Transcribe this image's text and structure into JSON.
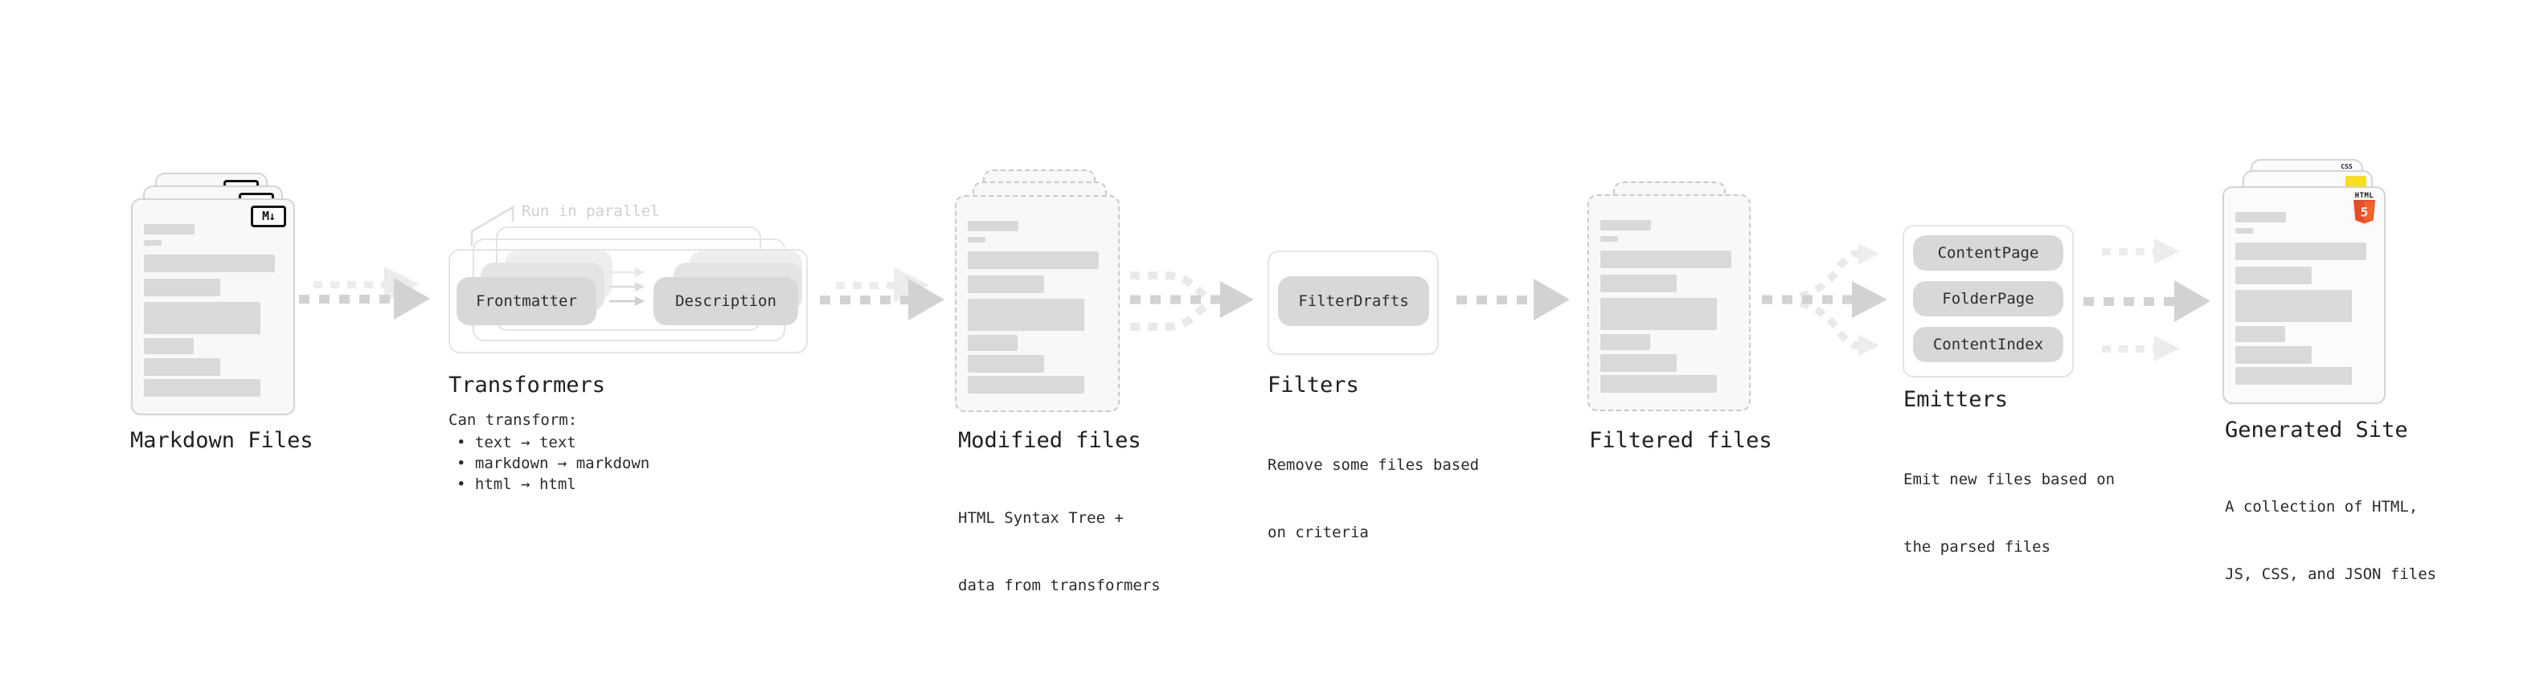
{
  "colors": {
    "background": "#ffffff",
    "page_fill": "#f8f8f8",
    "page_border": "#d5d5d5",
    "dashed_border": "#c9c9c9",
    "placeholder_bar": "#d9d9d9",
    "node_fill": "#d8d8d8",
    "node_ghost_1": "#e4e4e4",
    "node_ghost_2": "#eeeeee",
    "outline_box_border": "#e4e4e4",
    "arrow_dark": "#d2d2d2",
    "arrow_light": "#ececec",
    "annotation_text": "#cfcfcf",
    "title_text": "#1f1f1f",
    "body_text": "#2b2b2b",
    "html5_orange": "#e44d26",
    "html5_orange_light": "#f16529",
    "js_yellow": "#f7df1e",
    "css_blue": "#2965f1"
  },
  "stages": {
    "markdown": {
      "title": "Markdown Files",
      "badge": "M↓"
    },
    "transformers": {
      "annotation": "Run in parallel",
      "node_frontmatter": "Frontmatter",
      "node_description": "Description",
      "title": "Transformers",
      "desc_heading": "Can transform:",
      "bullets": [
        "• text → text",
        "• markdown → markdown",
        "• html → html"
      ]
    },
    "modified": {
      "title": "Modified files",
      "desc": [
        "HTML Syntax Tree +",
        "data from transformers"
      ]
    },
    "filters": {
      "node_filterdrafts": "FilterDrafts",
      "title": "Filters",
      "desc": [
        "Remove some files based",
        "on criteria"
      ]
    },
    "filtered": {
      "title": "Filtered files"
    },
    "emitters": {
      "node_contentpage": "ContentPage",
      "node_folderpage": "FolderPage",
      "node_contentindex": "ContentIndex",
      "title": "Emitters",
      "desc": [
        "Emit new files based on",
        "the parsed files"
      ]
    },
    "generated": {
      "title": "Generated Site",
      "badge_html_word": "HTML",
      "badge_html_number": "5",
      "badge_css_word": "CSS",
      "desc": [
        "A collection of HTML,",
        "JS, CSS, and JSON files"
      ]
    }
  }
}
